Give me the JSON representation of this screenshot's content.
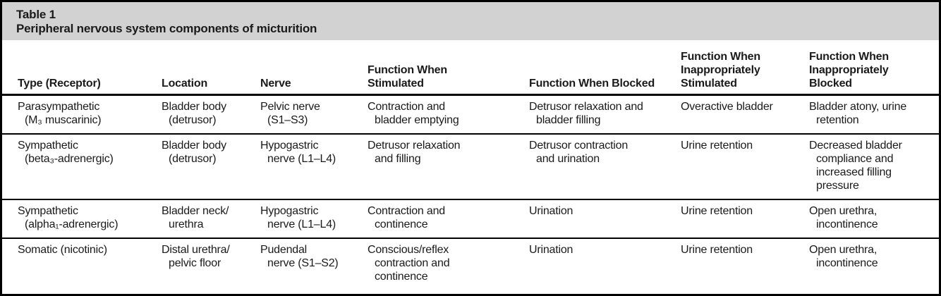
{
  "title": {
    "label": "Table 1",
    "caption": "Peripheral nervous system components of micturition"
  },
  "colors": {
    "title_band_bg": "#d2d2d2",
    "text": "#1a1a1a",
    "border": "#000000"
  },
  "table": {
    "columns": [
      {
        "label": "Type (Receptor)"
      },
      {
        "label": "Location"
      },
      {
        "label": "Nerve"
      },
      {
        "label": "Function When\nStimulated"
      },
      {
        "label": "Function When Blocked"
      },
      {
        "label": "Function When\nInappropriately\nStimulated"
      },
      {
        "label": "Function When\nInappropriately\nBlocked"
      }
    ],
    "rows": [
      [
        "Parasympathetic\n(M₃ muscarinic)",
        "Bladder body\n(detrusor)",
        "Pelvic nerve\n(S1–S3)",
        "Contraction and\nbladder emptying",
        "Detrusor relaxation and\nbladder filling",
        "Overactive bladder",
        "Bladder atony, urine\nretention"
      ],
      [
        "Sympathetic\n(beta₃-adrenergic)",
        "Bladder body\n(detrusor)",
        "Hypogastric\nnerve (L1–L4)",
        "Detrusor relaxation\nand filling",
        "Detrusor contraction\nand urination",
        "Urine retention",
        "Decreased bladder\ncompliance and\nincreased filling\npressure"
      ],
      [
        "Sympathetic\n(alpha₁-adrenergic)",
        "Bladder neck/\nurethra",
        "Hypogastric\nnerve (L1–L4)",
        "Contraction and\ncontinence",
        "Urination",
        "Urine retention",
        "Open urethra,\nincontinence"
      ],
      [
        "Somatic (nicotinic)",
        "Distal urethra/\npelvic floor",
        "Pudendal\nnerve (S1–S2)",
        "Conscious/reflex\ncontraction and\ncontinence",
        "Urination",
        "Urine retention",
        "Open urethra,\nincontinence"
      ]
    ]
  }
}
